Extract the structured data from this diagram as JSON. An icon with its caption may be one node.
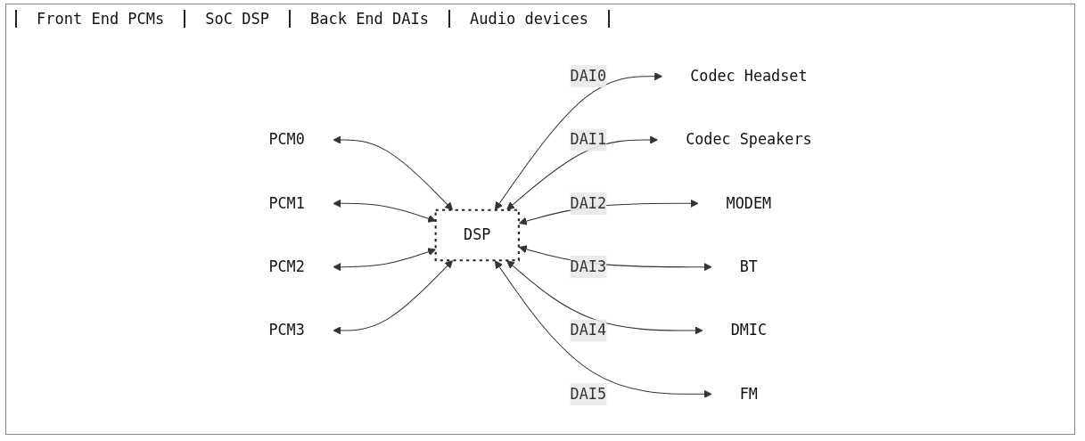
{
  "diagram": {
    "nodes": [
      {
        "text": [
          "PCM0"
        ]
      },
      {
        "text": [
          "PCM1"
        ]
      },
      {
        "text": [
          "PCM2"
        ]
      },
      {
        "text": [
          "PCM3"
        ]
      },
      {
        "text": [
          "DSP"
        ]
      },
      {
        "text": [
          "Codec Headset"
        ]
      },
      {
        "text": [
          "Codec Speakers"
        ]
      },
      {
        "text": [
          "MODEM"
        ]
      },
      {
        "text": [
          "BT"
        ]
      },
      {
        "text": [
          "DMIC"
        ]
      },
      {
        "text": [
          "FM"
        ]
      }
    ],
    "edges": [
      {
        "from": 0,
        "to": 4,
        "arrow": "both"
      },
      {
        "from": 1,
        "to": 4,
        "arrow": "both"
      },
      {
        "from": 2,
        "to": 4,
        "arrow": "both"
      },
      {
        "from": 3,
        "to": 4,
        "arrow": "both"
      },
      {
        "from": 4,
        "to": 5,
        "arrow": "both",
        "label": "DAI0"
      },
      {
        "from": 4,
        "to": 6,
        "arrow": "both",
        "label": "DAI1"
      },
      {
        "from": 4,
        "to": 7,
        "arrow": "both",
        "label": "DAI2"
      },
      {
        "from": 4,
        "to": 8,
        "arrow": "both",
        "label": "DAI3"
      },
      {
        "from": 4,
        "to": 9,
        "arrow": "both",
        "label": "DAI4"
      },
      {
        "from": 4,
        "to": 10,
        "arrow": "both",
        "label": "DAI5"
      }
    ],
    "labels": [
      "Front End PCMs",
      "SoC DSP",
      "Back End DAIs",
      "Audio devices"
    ]
  }
}
